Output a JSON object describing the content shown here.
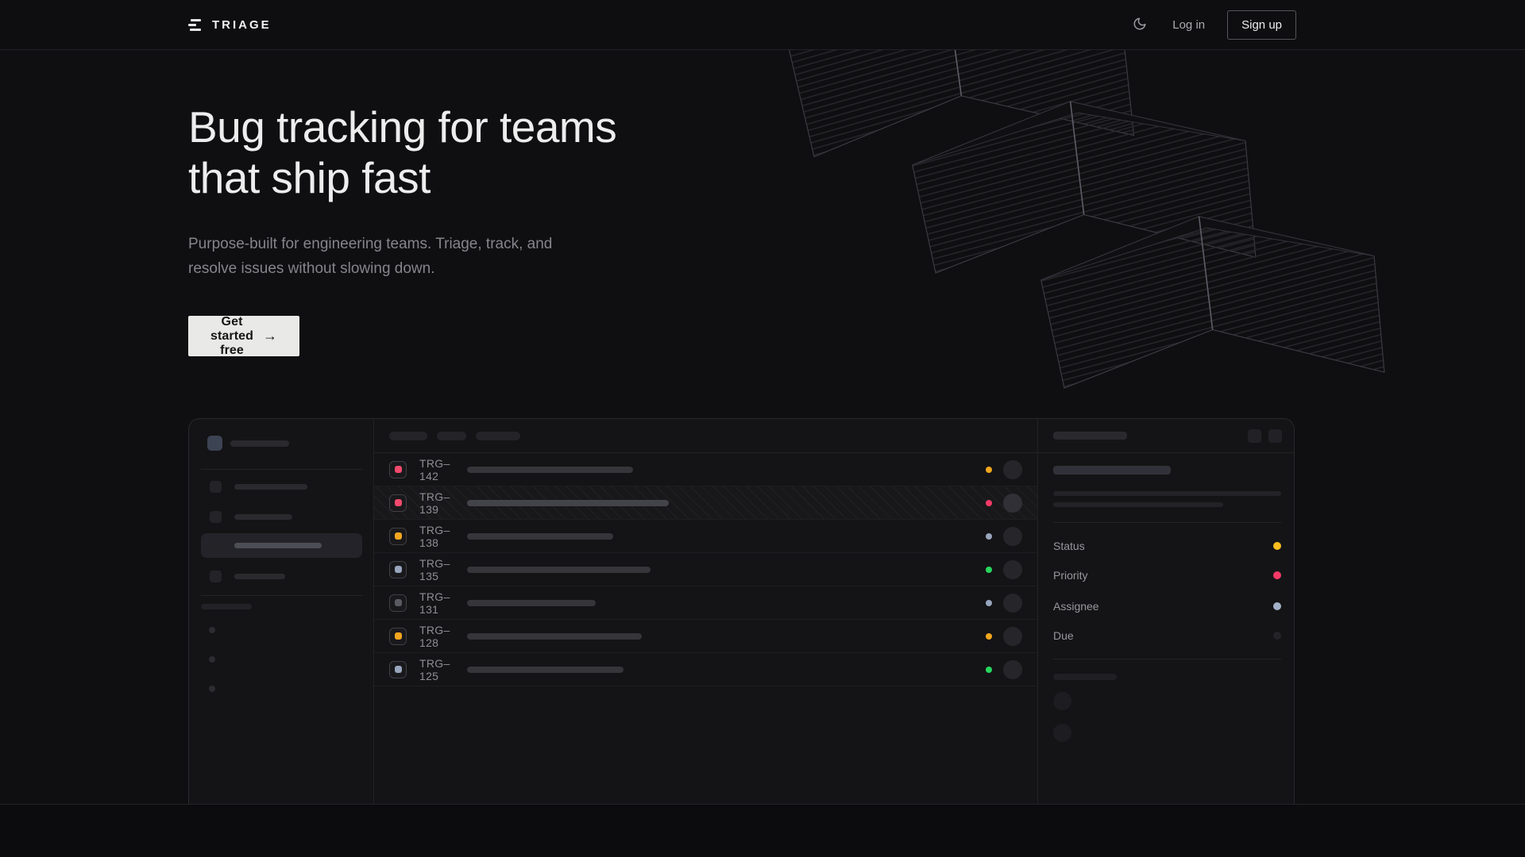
{
  "brand": {
    "name": "TRIAGE"
  },
  "nav": {
    "log_in": "Log in",
    "sign_up": "Sign up"
  },
  "hero": {
    "headline_line1": "Bug tracking for teams",
    "headline_line2": "that ship fast",
    "subhead_line1": "Purpose-built for engineering teams. Triage, track, and",
    "subhead_line2": "resolve issues without slowing down.",
    "cta_label": "Get started free",
    "cta_arrow": "→"
  },
  "mock": {
    "list": {
      "rows": [
        {
          "id": "TRG–142",
          "icon_color": "#f04a6d",
          "dot_color": "#f2a71d",
          "hatched": false
        },
        {
          "id": "TRG–139",
          "icon_color": "#f04a6d",
          "dot_color": "#f43a66",
          "hatched": true
        },
        {
          "id": "TRG–138",
          "icon_color": "#f3a61f",
          "dot_color": "#98a5bd",
          "hatched": false
        },
        {
          "id": "TRG–135",
          "icon_color": "#98a5bd",
          "dot_color": "#27d75e",
          "hatched": false
        },
        {
          "id": "TRG–131",
          "icon_color": "#5a5b61",
          "dot_color": "#98a5bd",
          "hatched": false
        },
        {
          "id": "TRG–128",
          "icon_color": "#f3a61f",
          "dot_color": "#f2a71d",
          "hatched": false
        },
        {
          "id": "TRG–125",
          "icon_color": "#98a5bd",
          "dot_color": "#27d75e",
          "hatched": false
        }
      ]
    },
    "panel": {
      "properties": [
        {
          "label": "Status",
          "dot_color": "#fcbe1f"
        },
        {
          "label": "Priority",
          "dot_color": "#f43a66"
        },
        {
          "label": "Assignee",
          "dot_color": "#a4b1c9"
        },
        {
          "label": "Due",
          "dot_color": "#242428"
        }
      ]
    }
  },
  "colors": {
    "page_bg": "#0f0f11",
    "cta_bg": "#e9e9e7",
    "amber": "#f2a71d",
    "pink": "#f43a66",
    "green": "#27d75e",
    "slate": "#98a5bd"
  }
}
